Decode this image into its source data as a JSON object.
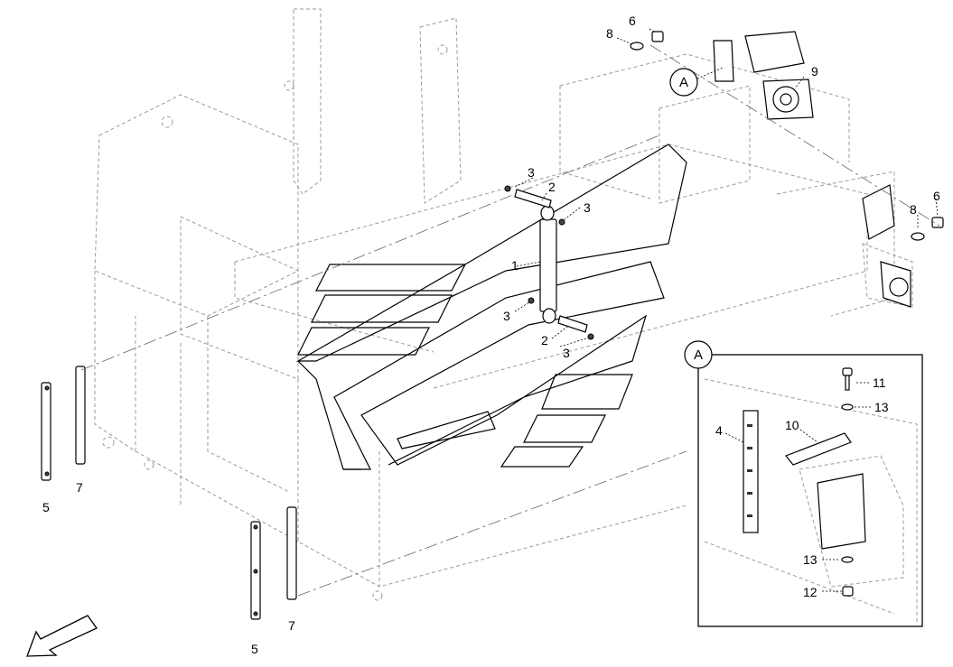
{
  "callouts": {
    "c1": "1",
    "c2a": "2",
    "c2b": "2",
    "c3a": "3",
    "c3b": "3",
    "c3c": "3",
    "c3d": "3",
    "c4": "4",
    "c5a": "5",
    "c5b": "5",
    "c6a": "6",
    "c6b": "6",
    "c7a": "7",
    "c7b": "7",
    "c8a": "8",
    "c8b": "8",
    "c9": "9",
    "c10": "10",
    "c11": "11",
    "c12": "12",
    "c13a": "13",
    "c13b": "13"
  },
  "detail_marker": "A",
  "detail_box_label": "A",
  "icons": {
    "direction_arrow": "front-direction-arrow-icon"
  }
}
